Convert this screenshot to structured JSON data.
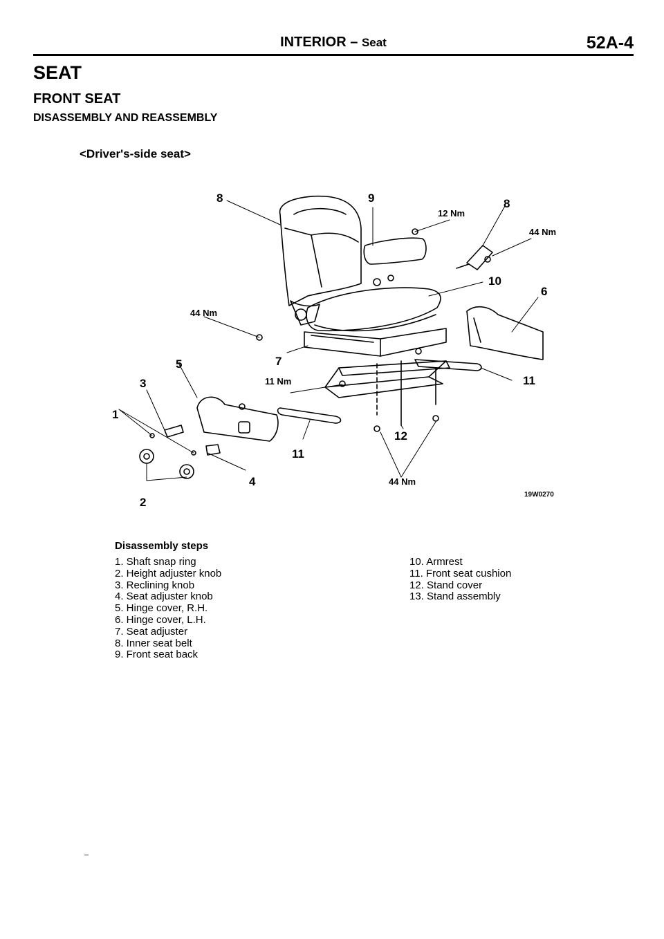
{
  "header": {
    "section": "INTERIOR",
    "separator": " – ",
    "subsection": "Seat",
    "page": "52A-4"
  },
  "headings": {
    "h1": "SEAT",
    "h2": "FRONT SEAT",
    "h3": "DISASSEMBLY AND REASSEMBLY"
  },
  "figure": {
    "variant": "<Driver's-side seat>",
    "id": "19W0270",
    "callouts": [
      "8",
      "9",
      "8",
      "10",
      "6",
      "5",
      "3",
      "7",
      "11",
      "1",
      "12",
      "11",
      "4",
      "2"
    ],
    "torques": [
      "12 Nm",
      "44 Nm",
      "44 Nm",
      "11 Nm",
      "44 Nm"
    ]
  },
  "steps": {
    "title": "Disassembly steps",
    "left": [
      "1. Shaft snap ring",
      "2. Height adjuster knob",
      "3. Reclining knob",
      "4. Seat adjuster knob",
      "5. Hinge cover, R.H.",
      "6. Hinge cover, L.H.",
      "7. Seat adjuster",
      "8. Inner seat belt",
      "9. Front seat back"
    ],
    "right": [
      "10. Armrest",
      "11. Front seat cushion",
      "12. Stand cover",
      "13. Stand assembly"
    ]
  }
}
